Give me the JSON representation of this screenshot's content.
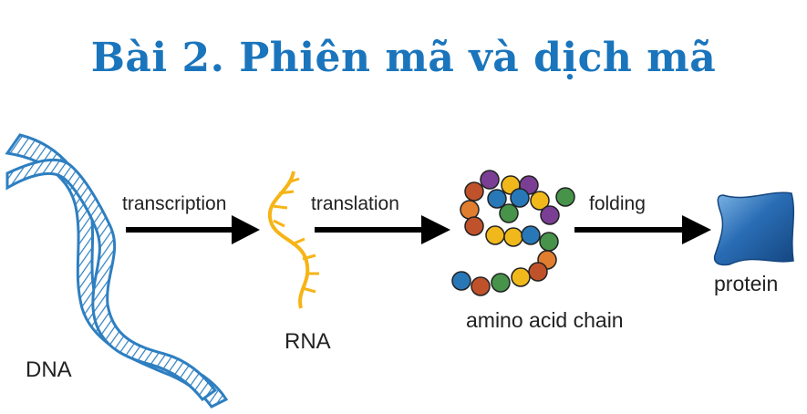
{
  "title": "Bài 2. Phiên mã và dịch mã",
  "labels": {
    "dna": "DNA",
    "rna": "RNA",
    "amino_acid_chain": "amino acid chain",
    "protein": "protein"
  },
  "steps": {
    "transcription": "transcription",
    "translation": "translation",
    "folding": "folding"
  },
  "colors": {
    "title": "#1a75bc",
    "dna": "#2e7fc1",
    "rna": "#f6b416",
    "arrow": "#000000",
    "protein": "#2a6db5"
  },
  "amino_acid_colors": [
    "#2878b8",
    "#c0522b",
    "#47934a",
    "#7a3f94",
    "#f0b81b",
    "#e07d2e"
  ]
}
